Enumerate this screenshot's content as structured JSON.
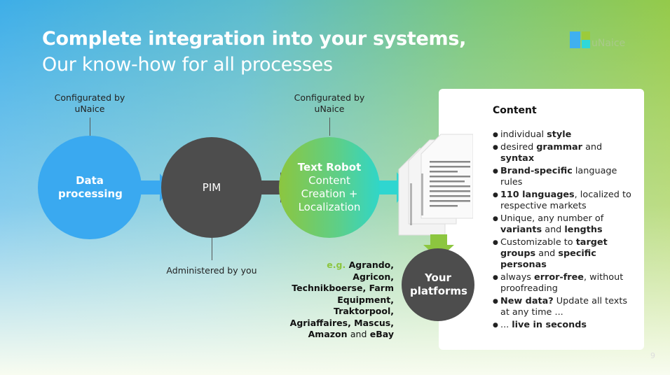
{
  "title": {
    "line1": "Complete integration into your systems,",
    "line2": "Our know-how for all processes"
  },
  "logo": {
    "text": "uNaice",
    "colors": [
      "#3fb0f0",
      "#9ccb3a",
      "#2ed8d8"
    ]
  },
  "notes": {
    "configured1": "Configurated by uNaice",
    "configured2": "Configurated by uNaice",
    "administered": "Administered by you"
  },
  "nodes": {
    "data_processing": {
      "label": "Data processing",
      "color": "#3aa9f0"
    },
    "pim": {
      "label": "PIM",
      "color": "#4d4d4d"
    },
    "text_robot": {
      "title": "Text Robot",
      "sub": "Content Creation + Localization",
      "colors": [
        "#8cc63f",
        "#2fd6c8"
      ]
    },
    "platforms": {
      "label": "Your platforms",
      "color": "#4d4d4d"
    }
  },
  "examples": {
    "eg": "e.g.",
    "list_a": "Agrando, Agricon, Technikboerse, Farm Equipment, Traktorpool, Agriaffaires, Mascus, Amazon",
    "and": "and",
    "list_b": "eBay"
  },
  "content": {
    "heading": "Content",
    "items": [
      [
        {
          "t": "individual "
        },
        {
          "t": "style",
          "b": true
        }
      ],
      [
        {
          "t": "desired "
        },
        {
          "t": "grammar",
          "b": true
        },
        {
          "t": " and "
        },
        {
          "t": "syntax",
          "b": true
        }
      ],
      [
        {
          "t": "Brand-specific",
          "b": true
        },
        {
          "t": " language rules"
        }
      ],
      [
        {
          "t": "110 languages",
          "b": true
        },
        {
          "t": ", localized to respective markets"
        }
      ],
      [
        {
          "t": "Unique, any number of "
        },
        {
          "t": "variants",
          "b": true
        },
        {
          "t": " and "
        },
        {
          "t": "lengths",
          "b": true
        }
      ],
      [
        {
          "t": "Customizable to "
        },
        {
          "t": "target groups",
          "b": true
        },
        {
          "t": " and "
        },
        {
          "t": "specific personas",
          "b": true
        }
      ],
      [
        {
          "t": "always "
        },
        {
          "t": "error-free",
          "b": true
        },
        {
          "t": ", without proofreading"
        }
      ],
      [
        {
          "t": "New data?",
          "b": true
        },
        {
          "t": " Update all texts at any time ..."
        }
      ],
      [
        {
          "t": "... "
        },
        {
          "t": "live in seconds",
          "b": true
        }
      ]
    ]
  },
  "page_number": "9"
}
